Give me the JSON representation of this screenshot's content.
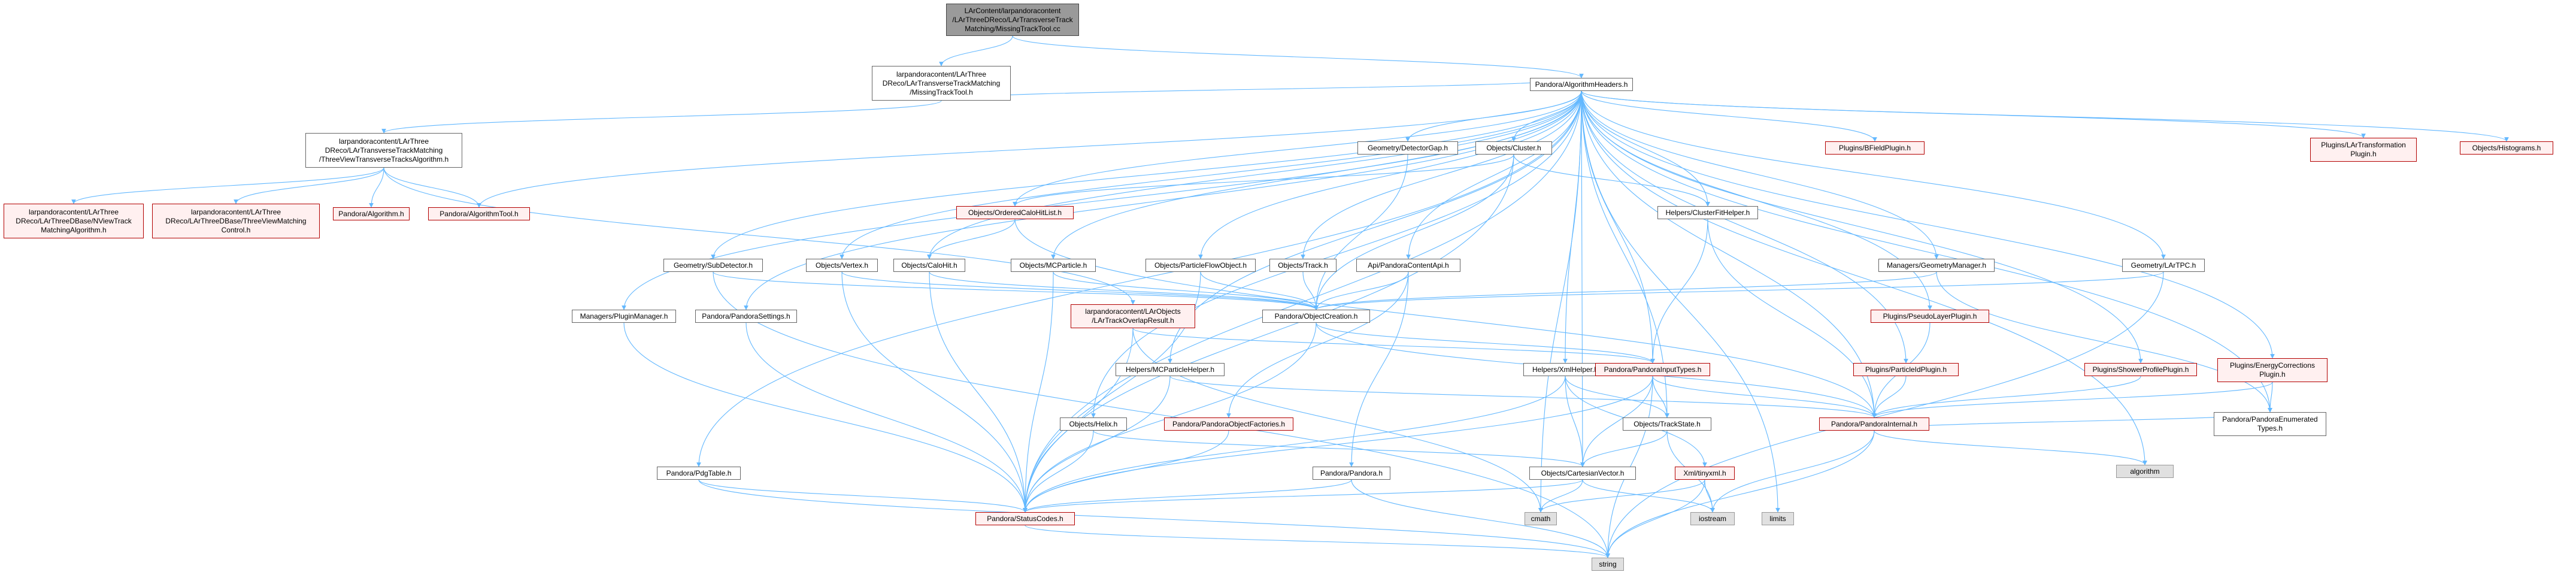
{
  "nodes": {
    "root": "LArContent/larpandoracontent\n/LArThreeDReco/LArTransverseTrack\nMatching/MissingTrackTool.cc",
    "missing_h": "larpandoracontent/LArThree\nDReco/LArTransverseTrackMatching\n/MissingTrackTool.h",
    "alg_headers": "Pandora/AlgorithmHeaders.h",
    "three_view": "larpandoracontent/LArThree\nDReco/LArTransverseTrackMatching\n/ThreeViewTransverseTracksAlgorithm.h",
    "nview": "larpandoracontent/LArThree\nDReco/LArThreeDBase/NViewTrack\nMatchingAlgorithm.h",
    "three_view_ctrl": "larpandoracontent/LArThree\nDReco/LArThreeDBase/ThreeViewMatching\nControl.h",
    "algorithm_h": "Pandora/Algorithm.h",
    "algorithm_tool": "Pandora/AlgorithmTool.h",
    "geo_gap": "Geometry/DetectorGap.h",
    "obj_cluster": "Objects/Cluster.h",
    "bfield": "Plugins/BFieldPlugin.h",
    "lar_transf": "Plugins/LArTransformation\nPlugin.h",
    "histograms": "Objects/Histograms.h",
    "ordered_calo": "Objects/OrderedCaloHitList.h",
    "cluster_fit": "Helpers/ClusterFitHelper.h",
    "sub_detector": "Geometry/SubDetector.h",
    "obj_vertex": "Objects/Vertex.h",
    "obj_calohit": "Objects/CaloHit.h",
    "obj_mcparticle": "Objects/MCParticle.h",
    "obj_pfo": "Objects/ParticleFlowObject.h",
    "obj_track": "Objects/Track.h",
    "api_content": "Api/PandoraContentApi.h",
    "geo_manager": "Managers/GeometryManager.h",
    "lar_tpc": "Geometry/LArTPC.h",
    "plugin_manager": "Managers/PluginManager.h",
    "pandora_settings": "Pandora/PandoraSettings.h",
    "overlap_result": "larpandoracontent/LArObjects\n/LArTrackOverlapResult.h",
    "object_creation": "Pandora/ObjectCreation.h",
    "pseudo_layer": "Plugins/PseudoLayerPlugin.h",
    "mc_helper": "Helpers/MCParticleHelper.h",
    "xml_helper": "Helpers/XmlHelper.h",
    "input_types": "Pandora/PandoraInputTypes.h",
    "particle_id": "Plugins/ParticleIdPlugin.h",
    "shower_profile": "Plugins/ShowerProfilePlugin.h",
    "energy_corr": "Plugins/EnergyCorrections\nPlugin.h",
    "obj_helix": "Objects/Helix.h",
    "obj_factories": "Pandora/PandoraObjectFactories.h",
    "track_state": "Objects/TrackState.h",
    "pandora_internal": "Pandora/PandoraInternal.h",
    "enumerated": "Pandora/PandoraEnumerated\nTypes.h",
    "pdg_table": "Pandora/PdgTable.h",
    "pandora_h": "Pandora/Pandora.h",
    "cart_vector": "Objects/CartesianVector.h",
    "tinyxml": "Xml/tinyxml.h",
    "algorithm_std": "algorithm",
    "status_codes": "Pandora/StatusCodes.h",
    "cmath": "cmath",
    "iostream": "iostream",
    "limits": "limits",
    "string": "string"
  },
  "colors": {
    "edge": "#63b8ff",
    "node_border": "#666666",
    "red_border": "#b30000",
    "red_fill": "#fff0f0",
    "gray_fill": "#e0e0e0",
    "root_fill": "#9a9a9a"
  }
}
